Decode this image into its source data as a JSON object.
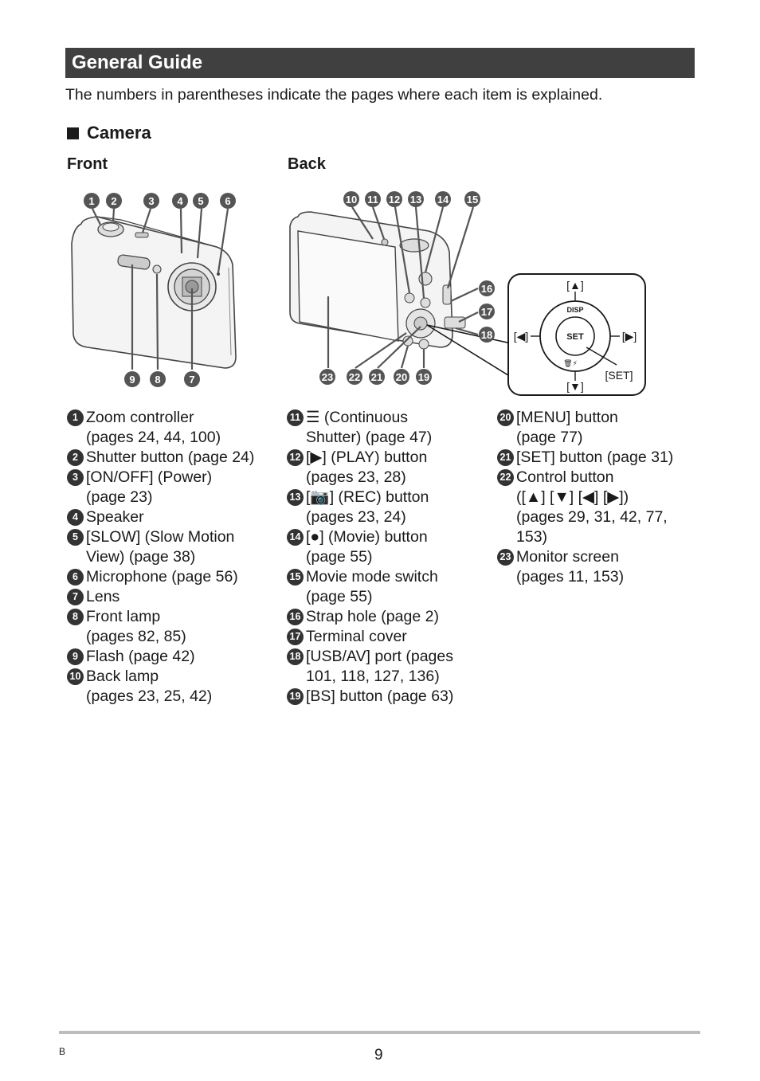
{
  "title": "General Guide",
  "intro": "The numbers in parentheses indicate the pages where each item is explained.",
  "section": "Camera",
  "front_label": "Front",
  "back_label": "Back",
  "front_callouts": [
    "1",
    "2",
    "3",
    "4",
    "5",
    "6",
    "9",
    "8",
    "7"
  ],
  "back_callouts": [
    "10",
    "11",
    "12",
    "13",
    "14",
    "15",
    "16",
    "17",
    "18",
    "23",
    "22",
    "21",
    "20",
    "19"
  ],
  "control_labels": {
    "up": "[▲]",
    "down": "[▼]",
    "left": "[◀]",
    "right": "[▶]",
    "set_callout": "[SET]",
    "disp": "DISP",
    "set": "SET"
  },
  "items_col1": [
    {
      "num": "1",
      "text": "Zoom controller\n(pages 24, 44, 100)"
    },
    {
      "num": "2",
      "text": "Shutter button (page 24)"
    },
    {
      "num": "3",
      "text": "[ON/OFF] (Power)\n(page 23)"
    },
    {
      "num": "4",
      "text": "Speaker"
    },
    {
      "num": "5",
      "text": "[SLOW] (Slow Motion\nView) (page 38)"
    },
    {
      "num": "6",
      "text": "Microphone (page 56)"
    },
    {
      "num": "7",
      "text": "Lens"
    },
    {
      "num": "8",
      "text": "Front lamp\n(pages 82, 85)"
    },
    {
      "num": "9",
      "text": "Flash (page 42)"
    },
    {
      "num": "10",
      "text": "Back lamp\n(pages 23, 25, 42)"
    }
  ],
  "items_col2": [
    {
      "num": "11",
      "text": "☰ (Continuous\nShutter) (page 47)"
    },
    {
      "num": "12",
      "text": "[▶] (PLAY) button\n(pages 23, 28)"
    },
    {
      "num": "13",
      "text": "[📷] (REC) button\n(pages 23, 24)"
    },
    {
      "num": "14",
      "text": "[●] (Movie) button\n(page 55)"
    },
    {
      "num": "15",
      "text": "Movie mode switch\n(page 55)"
    },
    {
      "num": "16",
      "text": "Strap hole (page 2)"
    },
    {
      "num": "17",
      "text": "Terminal cover"
    },
    {
      "num": "18",
      "text": "[USB/AV] port (pages\n101, 118, 127, 136)"
    },
    {
      "num": "19",
      "text": "[BS] button (page 63)"
    }
  ],
  "items_col3": [
    {
      "num": "20",
      "text": "[MENU] button\n(page 77)"
    },
    {
      "num": "21",
      "text": "[SET] button (page 31)"
    },
    {
      "num": "22",
      "text": "Control button\n([▲] [▼] [◀] [▶])\n(pages 29, 31, 42, 77,\n153)"
    },
    {
      "num": "23",
      "text": "Monitor screen\n(pages 11, 153)"
    }
  ],
  "footer_letter": "B",
  "page_number": "9"
}
